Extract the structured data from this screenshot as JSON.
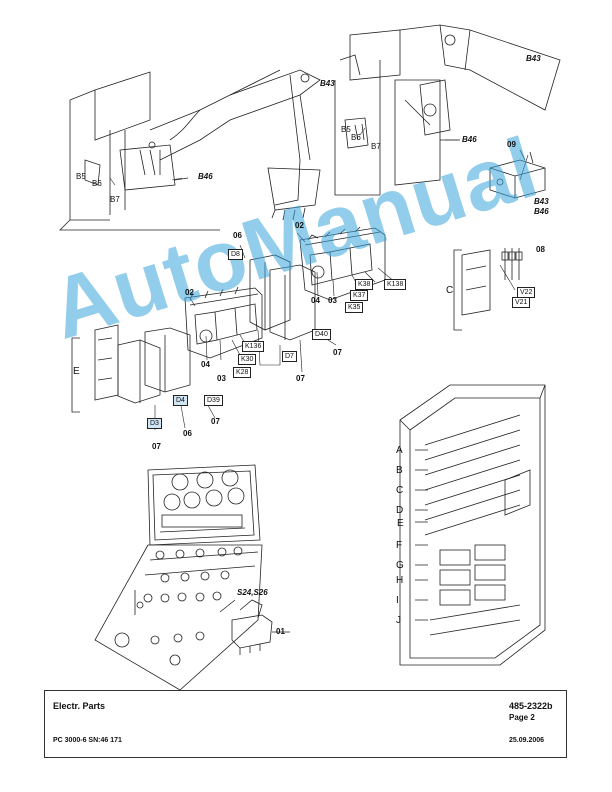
{
  "watermark": "AutoManual",
  "callouts": {
    "b43_left": "B43",
    "b43_right": "B43",
    "b46_left": "B46",
    "b46_right": "B46",
    "b5_left": "B5",
    "b6_left": "B6",
    "b7_left": "B7",
    "b5_right": "B5",
    "b6_right": "B6",
    "b7_right": "B7",
    "part_09": "09",
    "b43_b46_line1": "B43",
    "b43_b46_line2": "B46",
    "part_06_top": "06",
    "part_02_right": "02",
    "part_02_left": "02",
    "part_04_right": "04",
    "part_03_right": "03",
    "part_04_left": "04",
    "part_03_left": "03",
    "part_07_mid": "07",
    "part_07_mid2": "07",
    "part_08": "08",
    "part_06_left": "06",
    "part_07_left": "07",
    "part_07_bottom": "07",
    "part_01": "01",
    "switch_label": "S24,S26"
  },
  "boxes": {
    "d8": "D8",
    "k38": "K38",
    "k37": "K37",
    "k35": "K35",
    "k138": "K138",
    "k136": "K136",
    "k30": "K30",
    "k28": "K28",
    "d7": "D7",
    "d40": "D40",
    "d4": "D4",
    "d39": "D39",
    "d3": "D3",
    "v22": "V22",
    "v21": "V21"
  },
  "side_letters": {
    "c": "C",
    "e": "E"
  },
  "cabinet_letters": [
    "A",
    "B",
    "C",
    "D",
    "E",
    "F",
    "G",
    "H",
    "I",
    "J"
  ],
  "footer": {
    "title": "Electr. Parts",
    "doc_number": "485-2322b",
    "page": "Page 2",
    "model": "PC 3000-6 SN:46 171",
    "date": "25.09.2006"
  }
}
